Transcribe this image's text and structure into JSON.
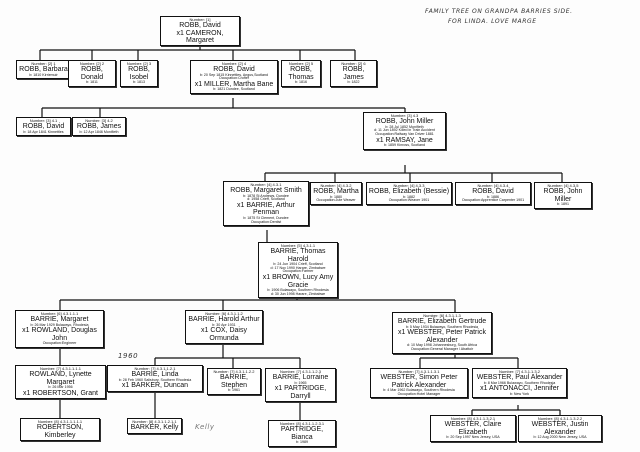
{
  "handwritten": {
    "note_line1": "FAMILY TREE ON GRANDPA BARRIES SIDE.",
    "note_line2": "FOR LINDA. LOVE MARGE",
    "linda_year": "1960",
    "kelly": "Kelly"
  },
  "people": [
    {
      "number": "Number: [1]",
      "name": "ROBB, David",
      "details": [],
      "spouse": "x1 CAMERON, Margaret",
      "spouse_details": []
    },
    {
      "number": "Number: [2] 1",
      "name": "ROBB, Barbara",
      "details": [
        "b: 1810 Kirriemuir"
      ]
    },
    {
      "number": "Number: [2] 2",
      "name": "ROBB, Donald",
      "details": [
        "b: 1811"
      ]
    },
    {
      "number": "Number: [2] 3",
      "name": "ROBB, Isobel",
      "details": [
        "b: 1813"
      ]
    },
    {
      "number": "Number: [2] 4",
      "name": "ROBB, David",
      "details": [
        "b: 20 Sep 1815 Kinnettles, Angus,Scotland",
        "Occupation:Crofter"
      ],
      "spouse": "x1 MILLER, Martha Bane",
      "spouse_details": [
        "b: 1821 Dundee, Scotland"
      ]
    },
    {
      "number": "Number: [2] 5",
      "name": "ROBB, Thomas",
      "details": [
        "b: 1816"
      ]
    },
    {
      "number": "Number: [2] 6",
      "name": "ROBB, James",
      "details": [
        "b: 1822"
      ]
    },
    {
      "number": "Number: [3] 4.1",
      "name": "ROBB, David",
      "details": [
        "b: 18 Apr 1841 Kinnettles"
      ]
    },
    {
      "number": "Number: [3] 4.2",
      "name": "ROBB, James",
      "details": [
        "b: 12 Apr 1846 Monifieth"
      ]
    },
    {
      "number": "Number: [3] 4.3",
      "name": "ROBB, John Miller",
      "details": [
        "b: 28 Jul 1852 Monifieth",
        "d: 11 Jun 1892 Killed in Train Accident",
        "Occupation:Railway Van Driver 1881"
      ],
      "spouse": "x1 RAMSAY, Jane",
      "spouse_details": [
        "b: 1859 Kinross, Scotland"
      ]
    },
    {
      "number": "Number: [4] 4.3.1",
      "name": "ROBB, Margaret Smith",
      "details": [
        "b: 1878 St Andrews, Dundee",
        "d: 1958 Crieff, Scotland"
      ],
      "spouse": "x1 BARRIE, Arthur Penman",
      "spouse_details": [
        "b: 1875 St Clement, Dundee",
        "Occupation:Dentist"
      ]
    },
    {
      "number": "Number: [4] 4.3.2",
      "name": "ROBB, Martha",
      "details": [
        "b: 1880",
        "Occupation:Jute Weaver"
      ]
    },
    {
      "number": "Number: [4] 4.3.3",
      "name": "ROBB, Elizabeth (Bessie)",
      "details": [
        "b: 1882",
        "Occupation:Weaver 1901"
      ]
    },
    {
      "number": "Number: [4] 4.3.4",
      "name": "ROBB, David",
      "details": [
        "b: 1886",
        "Occupation:Apprentice Carpenter 1901"
      ]
    },
    {
      "number": "Number: [4] 4.3.5",
      "name": "ROBB, John Miller",
      "details": [
        "b: 1891"
      ]
    },
    {
      "number": "Number: [5] 4.3.1.1",
      "name": "BARRIE, Thomas Harold",
      "details": [
        "b: 24 Jun 1904 Crieff, Scotland",
        "d: 17 Nov 1990 Harare, Zimbabwe",
        "Occupation:Farmer"
      ],
      "spouse": "x1 BROWN, Lucy Amy Gracie",
      "spouse_details": [
        "b: 1906 Bulawayo, Southern Rhodesia",
        "d: 30 Jun 1998 Harare, Zimbabwe"
      ]
    },
    {
      "number": "Number: [6] 4.3.1.1.1",
      "name": "BARRIE, Margaret",
      "details": [
        "b: 26 Mar 1929 Bulawayo, Rhodesia"
      ],
      "spouse": "x1 ROWLAND, Douglas John",
      "spouse_details": [
        "Occupation:Engineer"
      ]
    },
    {
      "number": "Number: [6] 4.3.1.1.2",
      "name": "BARRIE, Harold Arthur",
      "details": [
        "b: 30 Apr 1931"
      ],
      "spouse": "x1 COX, Daisy Ormunda",
      "spouse_details": []
    },
    {
      "number": "Number: [6] 4.3.1.1.3",
      "name": "BARRIE, Elizabeth Gertrude",
      "details": [
        "b: 5 May 1934 Bulawayo, Southern Rhodesia"
      ],
      "spouse": "x1 WEBSTER, Peter Patrick Alexander",
      "spouse_details": [
        "d: 10 May 1998 Johannesburg, South Africa",
        "Occupation:General Manager / Abattoir"
      ]
    },
    {
      "number": "Number: [7] 4.3.1.1.1.1",
      "name": "ROWLAND, Lynette Margaret",
      "details": [
        "b: 26 Mar 1956"
      ],
      "spouse": "x1 ROBERTSON, Grant",
      "spouse_details": []
    },
    {
      "number": "Number: [7] 4.3.1.1.2.1",
      "name": "BARRIE, Linda",
      "details": [
        "b: 28 Feb 1960 Salisbury, Southern Rhodesia"
      ],
      "spouse": "x1 BARKER, Duncan",
      "spouse_details": []
    },
    {
      "number": "Number: [7] 4.3.1.1.2.2",
      "name": "BARRIE, Stephen",
      "details": [
        "b: 1961"
      ]
    },
    {
      "number": "Number: [7] 4.3.1.1.2.3",
      "name": "BARRIE, Lorraine",
      "details": [
        "b: 1965"
      ],
      "spouse": "x1 PARTRIDGE, Darryll",
      "spouse_details": []
    },
    {
      "number": "Number: [7] 4.3.1.1.3.1",
      "name": "WEBSTER, Simon Peter Patrick Alexander",
      "details": [
        "b: 4 Mar 1962 Bulawayo, Southern Rhodesia",
        "Occupation:Hotel Manager"
      ]
    },
    {
      "number": "Number: [7] 4.3.1.1.3.2",
      "name": "WEBSTER, Paul Alexander",
      "details": [
        "b: 8 Mar 1966 Bulawayo, Southern Rhodesia"
      ],
      "spouse": "x1 ANTONACCI, Jennifer",
      "spouse_details": [
        "b: New York"
      ]
    },
    {
      "number": "Number: [8] 4.3.1.1.1.1.1",
      "name": "ROBERTSON, Kimberley",
      "details": []
    },
    {
      "number": "Number: [8] 4.3.1.1.2.1.1",
      "name": "BARKER, Kelly",
      "details": []
    },
    {
      "number": "Number: [8] 4.3.1.1.2.3.1",
      "name": "PARTRIDGE, Bianca",
      "details": [
        "b: 1989"
      ]
    },
    {
      "number": "Number: [8] 4.3.1.1.3.2.1",
      "name": "WEBSTER, Claire Elizabeth",
      "details": [
        "b: 20 Sep 1997 New Jersey, USA"
      ]
    },
    {
      "number": "Number: [8] 4.3.1.1.3.2.2",
      "name": "WEBSTER, Justin Alexander",
      "details": [
        "b: 12 Aug 2000 New Jersey, USA"
      ]
    }
  ]
}
